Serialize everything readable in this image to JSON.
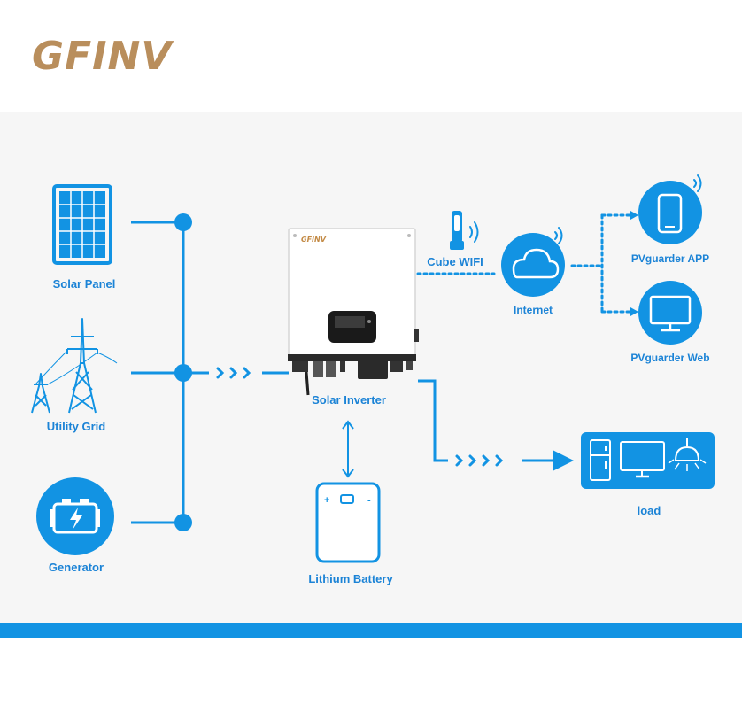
{
  "brand": {
    "logo_text": "GFINV",
    "inverter_logo_text": "GFINV"
  },
  "colors": {
    "primary": "#1293e3",
    "label": "#1b83d6",
    "brand": "#b98e5c",
    "background": "#f6f6f6"
  },
  "nodes": {
    "solar_panel": {
      "label": "Solar Panel",
      "icon": "solar-panel-icon"
    },
    "utility_grid": {
      "label": "Utility Grid",
      "icon": "power-tower-icon"
    },
    "generator": {
      "label": "Generator",
      "icon": "generator-icon"
    },
    "inverter": {
      "label": "Solar Inverter",
      "icon": "inverter-device"
    },
    "wifi": {
      "label": "Cube WIFI",
      "icon": "wifi-dongle-icon"
    },
    "internet": {
      "label": "Internet",
      "icon": "cloud-icon"
    },
    "app": {
      "label": "PVguarder  APP",
      "icon": "phone-icon"
    },
    "web": {
      "label": "PVguarder  Web",
      "icon": "monitor-icon"
    },
    "battery": {
      "label": "Lithium Battery",
      "icon": "battery-icon",
      "plus": "+",
      "minus": "-"
    },
    "load": {
      "label": "load",
      "icon": "appliances-icon"
    }
  }
}
